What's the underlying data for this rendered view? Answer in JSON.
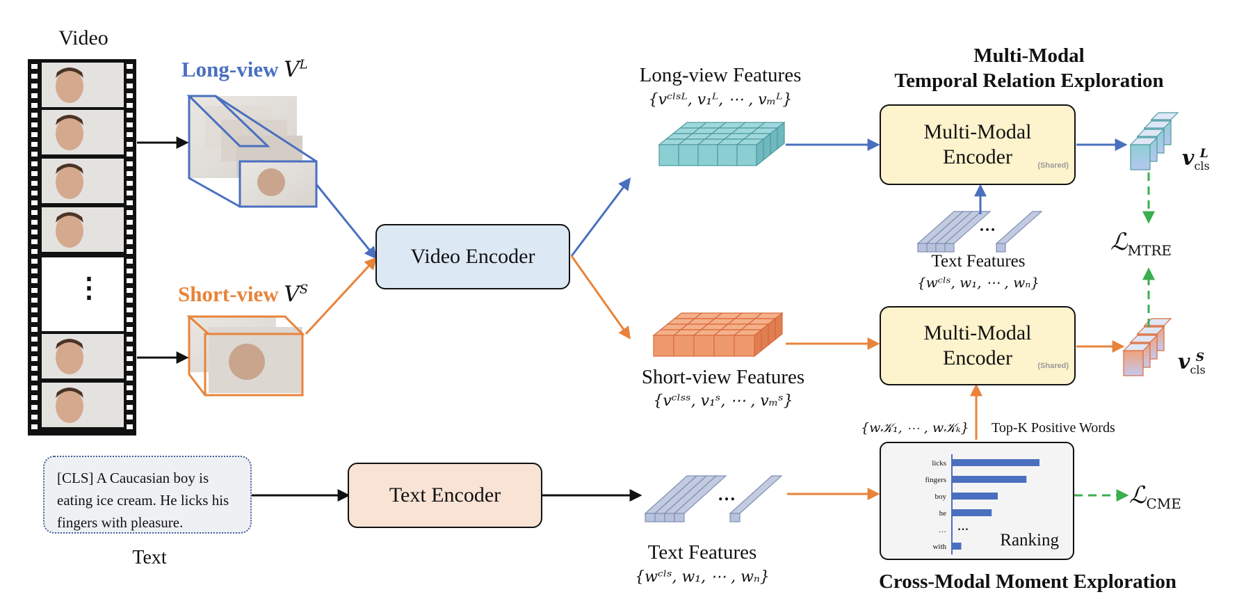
{
  "video": {
    "title": "Video",
    "ellipsis": "⋮",
    "long_view_label": "Long-view",
    "long_view_symbol": "V",
    "long_view_sup": "L",
    "short_view_label": "Short-view",
    "short_view_symbol": "V",
    "short_view_sup": "S"
  },
  "text_input": {
    "caption": "[CLS] A Caucasian boy is eating ice cream. He licks his fingers with pleasure.",
    "label": "Text"
  },
  "encoders": {
    "video": "Video Encoder",
    "text": "Text Encoder",
    "mm_top_line1": "Multi-Modal",
    "mm_top_line2": "Encoder",
    "mm_bottom_line1": "Multi-Modal",
    "mm_bottom_line2": "Encoder",
    "shared": "(Shared)"
  },
  "features": {
    "long_title": "Long-view Features",
    "long_formula": "{vᶜˡˢᴸ, v₁ᴸ, ⋯ , vₘᴸ}",
    "short_title": "Short-view Features",
    "short_formula": "{vᶜˡˢˢ, v₁ˢ, ⋯ , vₘˢ}",
    "text_title": "Text Features",
    "text_formula": "{wᶜˡˢ, w₁, ⋯ , wₙ}",
    "text_title_mid": "Text Features",
    "text_formula_mid": "{wᶜˡˢ, w₁, ⋯ , wₙ}",
    "text_dots": "…",
    "text_dots_mid": "…"
  },
  "mtre": {
    "title_line1": "Multi-Modal",
    "title_line2": "Temporal Relation Exploration",
    "vcls_long": "v",
    "vcls_long_sub": "cls",
    "vcls_long_sup": "L",
    "vcls_short": "v",
    "vcls_short_sub": "cls",
    "vcls_short_sup": "S",
    "loss": "ℒ",
    "loss_sub": "MTRE"
  },
  "cme": {
    "title": "Cross-Modal Moment Exploration",
    "topk_formula": "{w𝒦₁, ⋯ , w𝒦ₖ}",
    "topk_label": "Top-K Positive Words",
    "ranking_label": "Ranking",
    "loss": "ℒ",
    "loss_sub": "CME",
    "ranking_dots": "…",
    "ranking_items": [
      {
        "word": "licks",
        "value": 1.0
      },
      {
        "word": "fingers",
        "value": 0.85
      },
      {
        "word": "boy",
        "value": 0.52
      },
      {
        "word": "he",
        "value": 0.45
      },
      {
        "word": "…",
        "value": 0
      },
      {
        "word": "with",
        "value": 0.1
      }
    ]
  },
  "colors": {
    "blue": "#4a6fbf",
    "orange": "#e8833a",
    "green": "#3cae4e",
    "teal": "#8ccfd3",
    "salmon": "#ef9a6e",
    "lavender": "#c3cbe0",
    "mm_fill": "#fdf3cc",
    "video_enc_fill": "#dde8f5",
    "text_enc_fill": "#f8e3d5"
  }
}
